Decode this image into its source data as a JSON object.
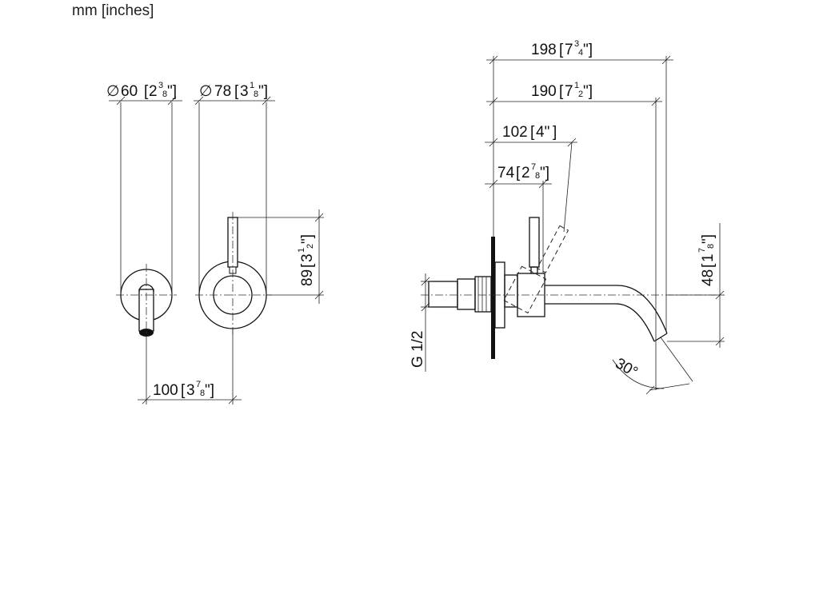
{
  "units_label": "mm [inches]",
  "front_view": {
    "dia_small": {
      "symbol": "∅",
      "mm": "60",
      "in_whole": "2",
      "in_num": "3",
      "in_den": "8"
    },
    "dia_large": {
      "symbol": "∅",
      "mm": "78",
      "in_whole": "3",
      "in_num": "1",
      "in_den": "8"
    },
    "height": {
      "mm": "89",
      "in_whole": "3",
      "in_num": "1",
      "in_den": "2"
    },
    "spacing": {
      "mm": "100",
      "in_whole": "3",
      "in_num": "7",
      "in_den": "8"
    }
  },
  "side_view": {
    "len_198": {
      "mm": "198",
      "in_whole": "7",
      "in_num": "3",
      "in_den": "4"
    },
    "len_190": {
      "mm": "190",
      "in_whole": "7",
      "in_num": "1",
      "in_den": "2"
    },
    "len_102": {
      "mm": "102",
      "in_text": "4\""
    },
    "len_74": {
      "mm": "74",
      "in_whole": "2",
      "in_num": "7",
      "in_den": "8"
    },
    "height_48": {
      "mm": "48",
      "in_whole": "1",
      "in_num": "7",
      "in_den": "8"
    },
    "thread": "G 1/2",
    "angle": "30°"
  }
}
